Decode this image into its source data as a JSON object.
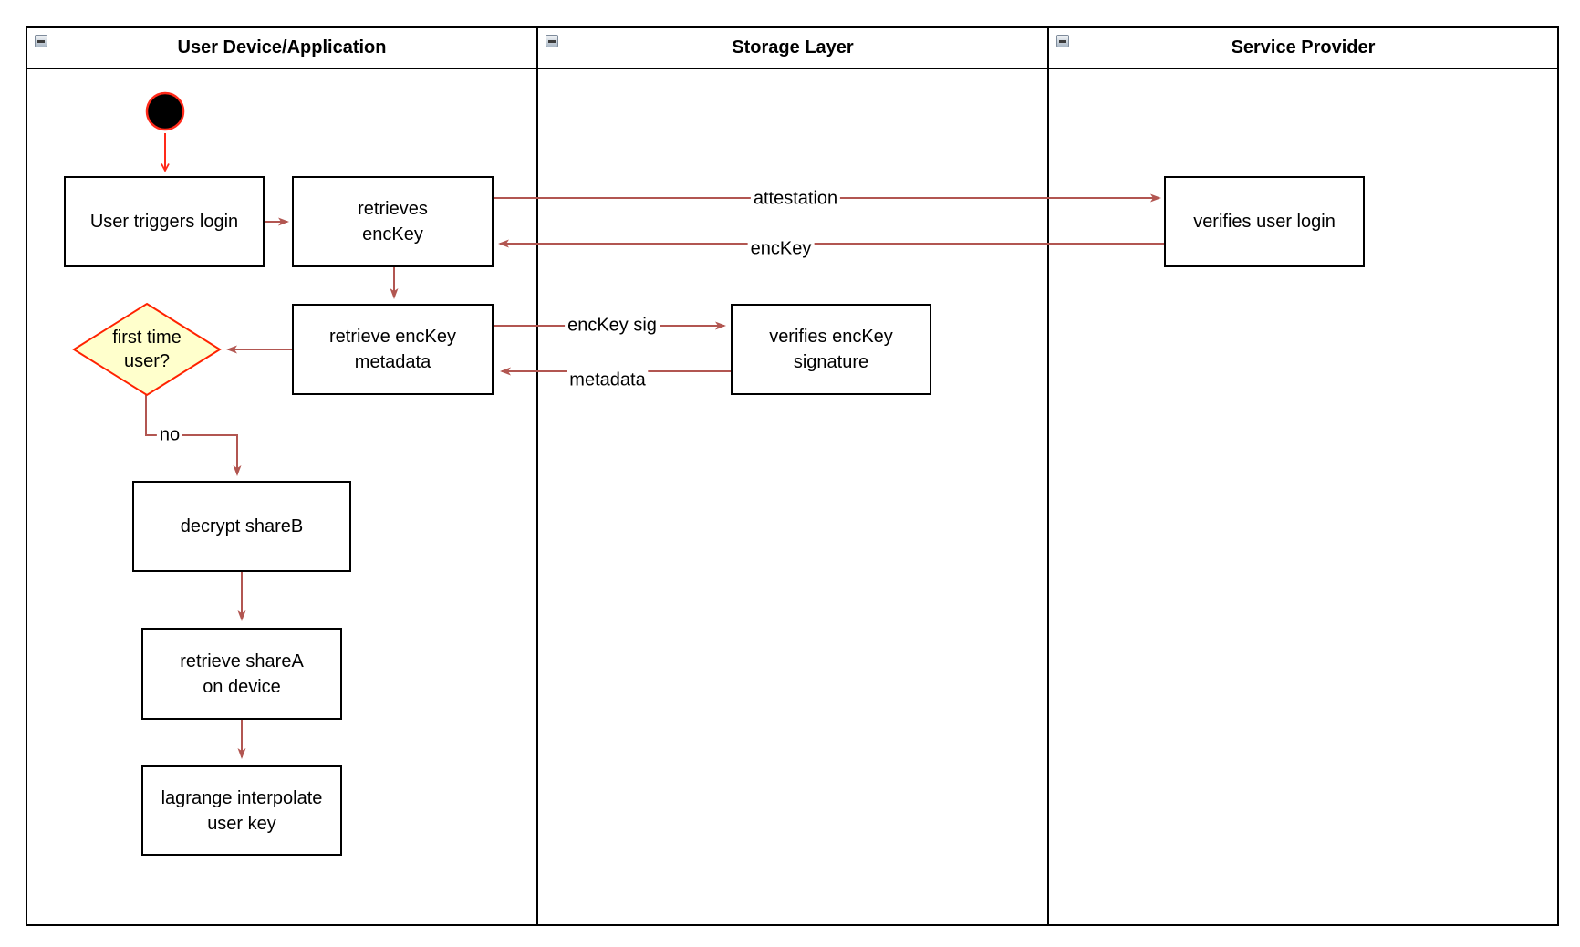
{
  "lanes": [
    {
      "title": "User Device/Application"
    },
    {
      "title": "Storage Layer"
    },
    {
      "title": "Service Provider"
    }
  ],
  "nodes": {
    "user_triggers_login": {
      "label": "User triggers login"
    },
    "retrieves_enckey": {
      "label": "retrieves\nencKey"
    },
    "verifies_user_login": {
      "label": "verifies user login"
    },
    "retrieve_enckey_metadata": {
      "label": "retrieve encKey\nmetadata"
    },
    "verifies_enckey_signature": {
      "label": "verifies encKey\nsignature"
    },
    "first_time_user": {
      "label": "first time\nuser?"
    },
    "decrypt_shareb": {
      "label": "decrypt shareB"
    },
    "retrieve_sharea": {
      "label": "retrieve shareA\non device"
    },
    "lagrange_interpolate": {
      "label": "lagrange interpolate\nuser key"
    }
  },
  "edge_labels": {
    "attestation": "attestation",
    "enckey": "encKey",
    "enckey_sig": "encKey sig",
    "metadata": "metadata",
    "no": "no"
  },
  "colors": {
    "connector": "#B25651",
    "highlight": "#FF2A1A",
    "diamond_fill": "#FFFFCC",
    "diamond_stroke": "#FF2200"
  }
}
